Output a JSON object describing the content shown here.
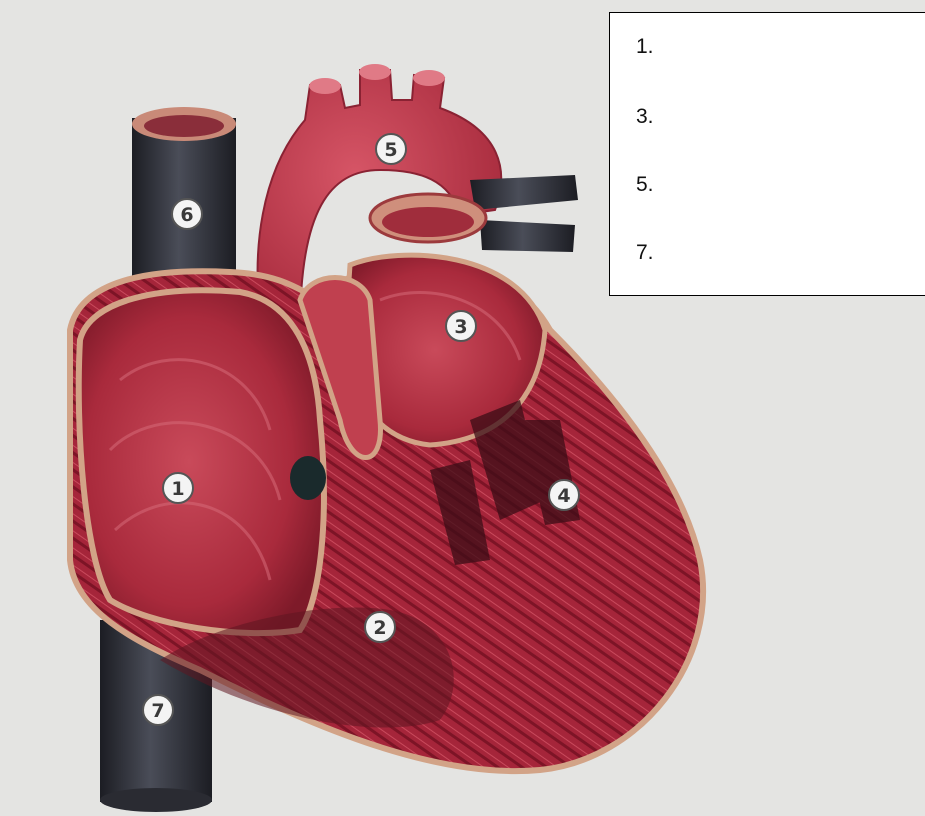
{
  "diagram": {
    "markers": {
      "m1": "1",
      "m2": "2",
      "m3": "3",
      "m4": "4",
      "m5": "5",
      "m6": "6",
      "m7": "7"
    }
  },
  "answer_box": {
    "lines": [
      "1.",
      "3.",
      "5.",
      "7."
    ]
  },
  "colors": {
    "background": "#e4e4e2",
    "muscle": "#b02a3c",
    "chamber": "#c03a4d",
    "vein": "#2b2d35",
    "septum": "#cfa387",
    "marker_fill": "#f4f4f4"
  }
}
